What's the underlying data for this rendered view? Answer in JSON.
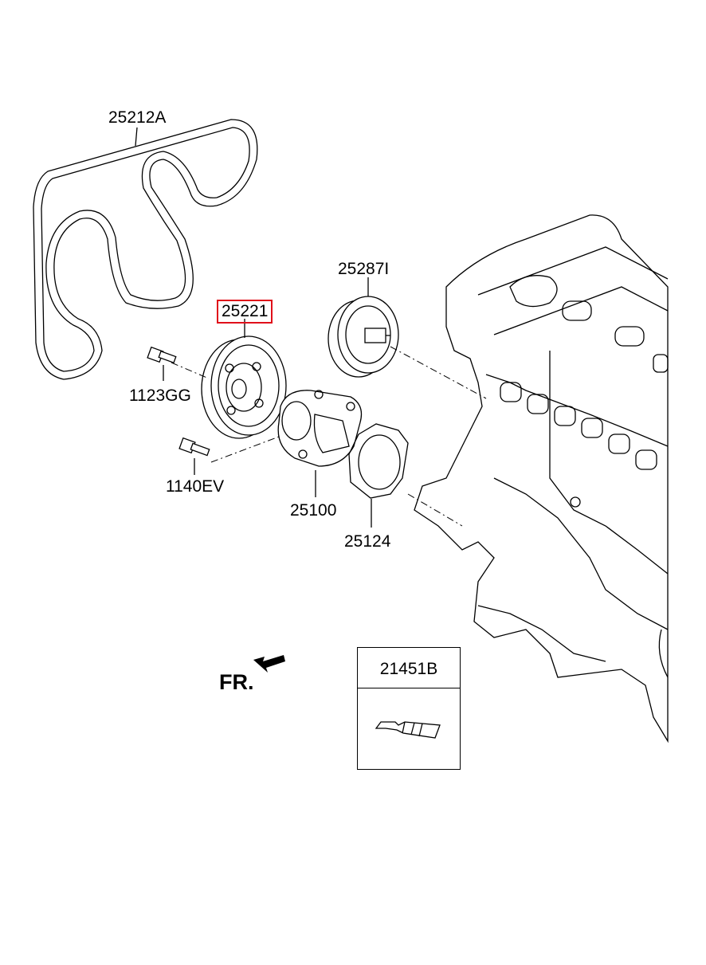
{
  "diagram": {
    "callouts": {
      "belt": "25212A",
      "idler_pulley": "25221",
      "tensioner": "25287I",
      "bolt_upper": "1123GG",
      "bolt_lower": "1140EV",
      "water_pump": "25100",
      "gasket": "25124"
    },
    "direction_label": "FR.",
    "kit": {
      "label": "21451B",
      "icon": "sealant-tube-icon"
    },
    "highlight_color": "#e0101a",
    "selected_part": "25221"
  }
}
